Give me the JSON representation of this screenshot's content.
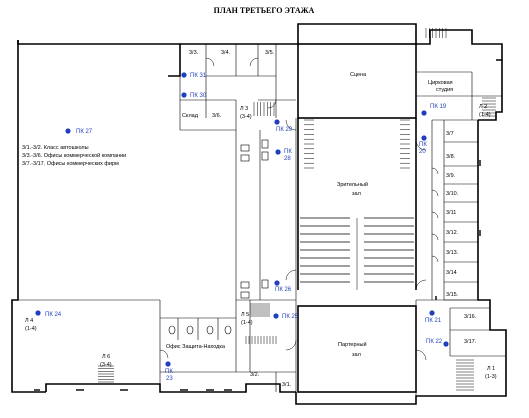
{
  "title": "ПЛАН ТРЕТЬЕГО ЭТАЖА",
  "rooms": {
    "r3_3": "3/3.",
    "r3_4": "3/4.",
    "r3_5": "3/5.",
    "r3_6": "3/6.",
    "sklad": "Склад",
    "stage": "Сцена",
    "studio_line1": "Цирковая",
    "studio_line2": "студия",
    "hall_line1": "Зрительный",
    "hall_line2": "зал",
    "parterre_line1": "Партерный",
    "parterre_line2": "зал",
    "office_zn": "Офис Защита-Находка",
    "r3_1": "3/1.",
    "r3_2": "3/2.",
    "r3_7": "3/7",
    "r3_8": "3/8.",
    "r3_9": "3/9.",
    "r3_10": "3/10.",
    "r3_11": "3/11",
    "r3_12": "3/12.",
    "r3_13": "3/13.",
    "r3_14": "3/14",
    "r3_15": "3/15.",
    "r3_16": "3/16.",
    "r3_17": "3/17."
  },
  "legend": [
    "3/1.-3/2. Класс автошколы",
    "3/3.-3/6. Офисы коммерческой компании",
    "3/7.-3/17. Офисы коммерческих фирм"
  ],
  "stairs": {
    "l3_line1": "Л 3",
    "l3_line2": "(3-4)",
    "l2_line1": "Л 2",
    "l2_line2": "(1-4)",
    "l4_line1": "Л 4",
    "l4_line2": "(1-4)",
    "l5_line1": "Л 5",
    "l5_line2": "(1-4)",
    "l6_line1": "Л 6",
    "l6_line2": "(3-4)",
    "l1_line1": "Л 1",
    "l1_line2": "(1-3)"
  },
  "hydrants": {
    "pk31": "ПК 31",
    "pk30": "ПК 30",
    "pk27": "ПК 27",
    "pk29": "ПК 29",
    "pk28_line1": "ПК",
    "pk28_line2": "28",
    "pk19": "ПК 19",
    "pk20_line1": "ПК",
    "pk20_line2": "20",
    "pk24": "ПК 24",
    "pk26": "ПК 26",
    "pk25": "ПК 25",
    "pk23_line1": "ПК",
    "pk23_line2": "23",
    "pk21": "ПК 21",
    "pk22": "ПК 22"
  },
  "colors": {
    "hydrant": "#1f3fbf",
    "walls": "#000000",
    "background": "#ffffff"
  }
}
